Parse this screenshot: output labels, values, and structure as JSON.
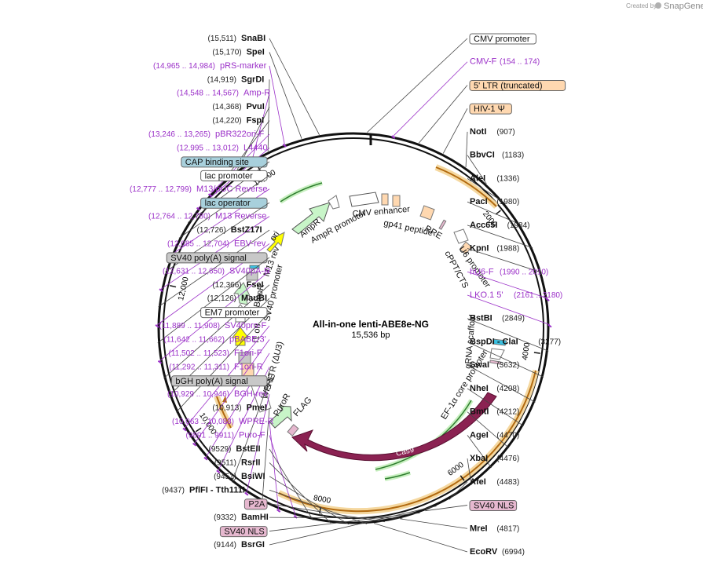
{
  "header": {
    "created_by": "Created by",
    "brand": "SnapGene"
  },
  "plasmid": {
    "name": "All-in-one lenti-ABE8e-NG",
    "length": "15,536 bp",
    "total_bp": 15536
  },
  "ticks": [
    {
      "label": "2000",
      "pos": 2000
    },
    {
      "label": "4000",
      "pos": 4000
    },
    {
      "label": "6000",
      "pos": 6000
    },
    {
      "label": "8000",
      "pos": 8000
    },
    {
      "label": "10,000",
      "pos": 10000
    },
    {
      "label": "12,000",
      "pos": 12000
    },
    {
      "label": "14,000",
      "pos": 14000
    }
  ],
  "left_labels": [
    {
      "type": "site",
      "name": "SnaBI",
      "num": "(15,511)"
    },
    {
      "type": "site",
      "name": "SpeI",
      "num": "(15,170)"
    },
    {
      "type": "primer",
      "name": "pRS-marker",
      "num": "(14,965 .. 14,984)"
    },
    {
      "type": "site",
      "name": "SgrDI",
      "num": "(14,919)"
    },
    {
      "type": "primer",
      "name": "Amp-R",
      "num": "(14,548 .. 14,567)"
    },
    {
      "type": "site",
      "name": "PvuI",
      "num": "(14,368)"
    },
    {
      "type": "site",
      "name": "FspI",
      "num": "(14,220)"
    },
    {
      "type": "primer",
      "name": "pBR322ori-F",
      "num": "(13,246 .. 13,265)"
    },
    {
      "type": "primer",
      "name": "L4440",
      "num": "(12,995 .. 13,012)"
    },
    {
      "type": "box",
      "name": "CAP binding site",
      "color": "#a8d0dc"
    },
    {
      "type": "box",
      "name": "lac promoter",
      "color": "#ffffff"
    },
    {
      "type": "primer",
      "name": "M13/pUC Reverse",
      "num": "(12,777 .. 12,799)"
    },
    {
      "type": "box",
      "name": "lac operator",
      "color": "#a8d0dc"
    },
    {
      "type": "primer",
      "name": "M13 Reverse",
      "num": "(12,764 .. 12,780)"
    },
    {
      "type": "site",
      "name": "BstZ17I",
      "num": "(12,726)"
    },
    {
      "type": "primer",
      "name": "EBV-rev",
      "num": "(12,685 .. 12,704)"
    },
    {
      "type": "box",
      "name": "SV40 poly(A) signal",
      "color": "#c8c8c8"
    },
    {
      "type": "primer",
      "name": "SV40pA-R",
      "num": "(12,631 .. 12,650)"
    },
    {
      "type": "site",
      "name": "FseI",
      "num": "(12,366)"
    },
    {
      "type": "site",
      "name": "MauBI",
      "num": "(12,126)"
    },
    {
      "type": "box",
      "name": "EM7 promoter",
      "color": "#ffffff"
    },
    {
      "type": "primer",
      "name": "SV40pro-F",
      "num": "(11,889 .. 11,908)"
    },
    {
      "type": "primer",
      "name": "pBABE 3'",
      "num": "(11,642 .. 11,662)"
    },
    {
      "type": "primer",
      "name": "F1ori-F",
      "num": "(11,502 .. 11,523)"
    },
    {
      "type": "primer",
      "name": "F1ori-R",
      "num": "(11,292 .. 11,311)"
    },
    {
      "type": "box",
      "name": "bGH poly(A) signal",
      "color": "#c8c8c8"
    },
    {
      "type": "primer",
      "name": "BGH-rev",
      "num": "(10,929 .. 10,946)"
    },
    {
      "type": "site",
      "name": "PmeI",
      "num": "(10,913)"
    },
    {
      "type": "primer",
      "name": "WPRE-R",
      "num": "(10,063 .. 10,083)"
    },
    {
      "type": "primer",
      "name": "Puro-F",
      "num": "(9891 .. 9911)"
    },
    {
      "type": "site",
      "name": "BstEII",
      "num": "(9529)"
    },
    {
      "type": "site",
      "name": "RsrII",
      "num": "(9511)"
    },
    {
      "type": "site",
      "name": "BsiWI",
      "num": "(9451)"
    },
    {
      "type": "site",
      "name": "PflFI - Tth111I",
      "num": "(9437)"
    },
    {
      "type": "box",
      "name": "P2A",
      "color": "#e6b8cf"
    },
    {
      "type": "site",
      "name": "BamHI",
      "num": "(9332)"
    },
    {
      "type": "box",
      "name": "SV40 NLS",
      "color": "#e6b8cf"
    },
    {
      "type": "site",
      "name": "BsrGI",
      "num": "(9144)"
    }
  ],
  "right_labels": [
    {
      "type": "box",
      "name": "CMV promoter",
      "color": "#ffffff"
    },
    {
      "type": "primer",
      "name": "CMV-F",
      "num": "(154 .. 174)"
    },
    {
      "type": "box",
      "name": "5' LTR (truncated)",
      "color": "#ffd8b0"
    },
    {
      "type": "box",
      "name": "HIV-1 Ψ",
      "color": "#ffd8b0"
    },
    {
      "type": "site",
      "name": "NotI",
      "num": "(907)"
    },
    {
      "type": "site",
      "name": "BbvCI",
      "num": "(1183)"
    },
    {
      "type": "site",
      "name": "AleI",
      "num": "(1336)"
    },
    {
      "type": "site",
      "name": "PacI",
      "num": "(1980)"
    },
    {
      "type": "site",
      "name": "Acc65I",
      "num": "(1984)"
    },
    {
      "type": "site",
      "name": "KpnI",
      "num": "(1988)"
    },
    {
      "type": "primer",
      "name": "hU6-F",
      "num": "(1990 .. 2010)"
    },
    {
      "type": "primer",
      "name": "LKO.1 5'",
      "num": "(2161 .. 2180)"
    },
    {
      "type": "site",
      "name": "BstBI",
      "num": "(2849)"
    },
    {
      "type": "site",
      "name": "BspDI - ClaI",
      "num": "(3277)"
    },
    {
      "type": "site",
      "name": "SwaI",
      "num": "(3632)"
    },
    {
      "type": "site",
      "name": "NheI",
      "num": "(4208)"
    },
    {
      "type": "site",
      "name": "BmtI",
      "num": "(4212)"
    },
    {
      "type": "site",
      "name": "AgeI",
      "num": "(4470)"
    },
    {
      "type": "site",
      "name": "XbaI",
      "num": "(4476)"
    },
    {
      "type": "site",
      "name": "AfeI",
      "num": "(4483)"
    },
    {
      "type": "box",
      "name": "SV40 NLS",
      "color": "#e6b8cf"
    },
    {
      "type": "site",
      "name": "MreI",
      "num": "(4817)"
    },
    {
      "type": "site",
      "name": "EcoRV",
      "num": "(6994)"
    }
  ],
  "feature_labels": [
    "CMV enhancer",
    "gp41 peptide",
    "RRE",
    "U6 promoter",
    "cPPT/CTS",
    "gRNA scaffold",
    "EF-1α core promoter",
    "Cas9",
    "FLAG",
    "PuroR",
    "WPRE",
    "3' LTR (ΔU3)",
    "f1 ori",
    "SV40 promoter",
    "BleoR",
    "M13 rev",
    "ori",
    "AmpR",
    "AmpR promoter"
  ],
  "colors": {
    "primer": "#9b30c8",
    "orange_feature": "#e8a030",
    "green_feature": "#3a9a3a",
    "cas9": "#8b2252",
    "ori": "#ffff00",
    "marker": "#c8f5c8"
  }
}
